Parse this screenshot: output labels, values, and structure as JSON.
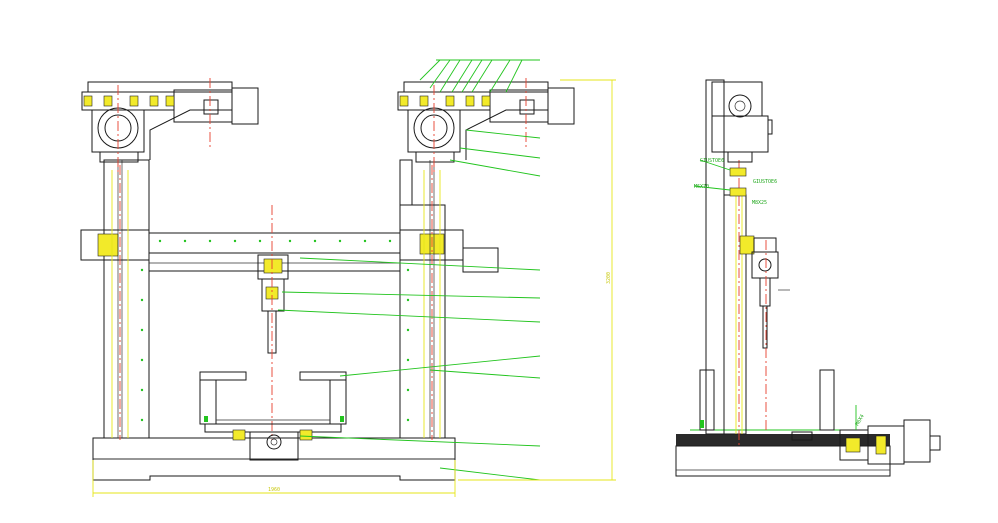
{
  "drawing": {
    "colors": {
      "outline": "#1a1a1a",
      "leader": "#22c41e",
      "dimension": "#e6e619",
      "centerline": "#e8402e",
      "highlight": "#f2ea2a"
    },
    "side_view_labels": [
      "GIUSTOE6",
      "M6X70",
      "GIUSTOE6",
      "M8X25",
      "M6X4"
    ],
    "dimension_bottom": "1960",
    "dimension_right": "3200"
  }
}
